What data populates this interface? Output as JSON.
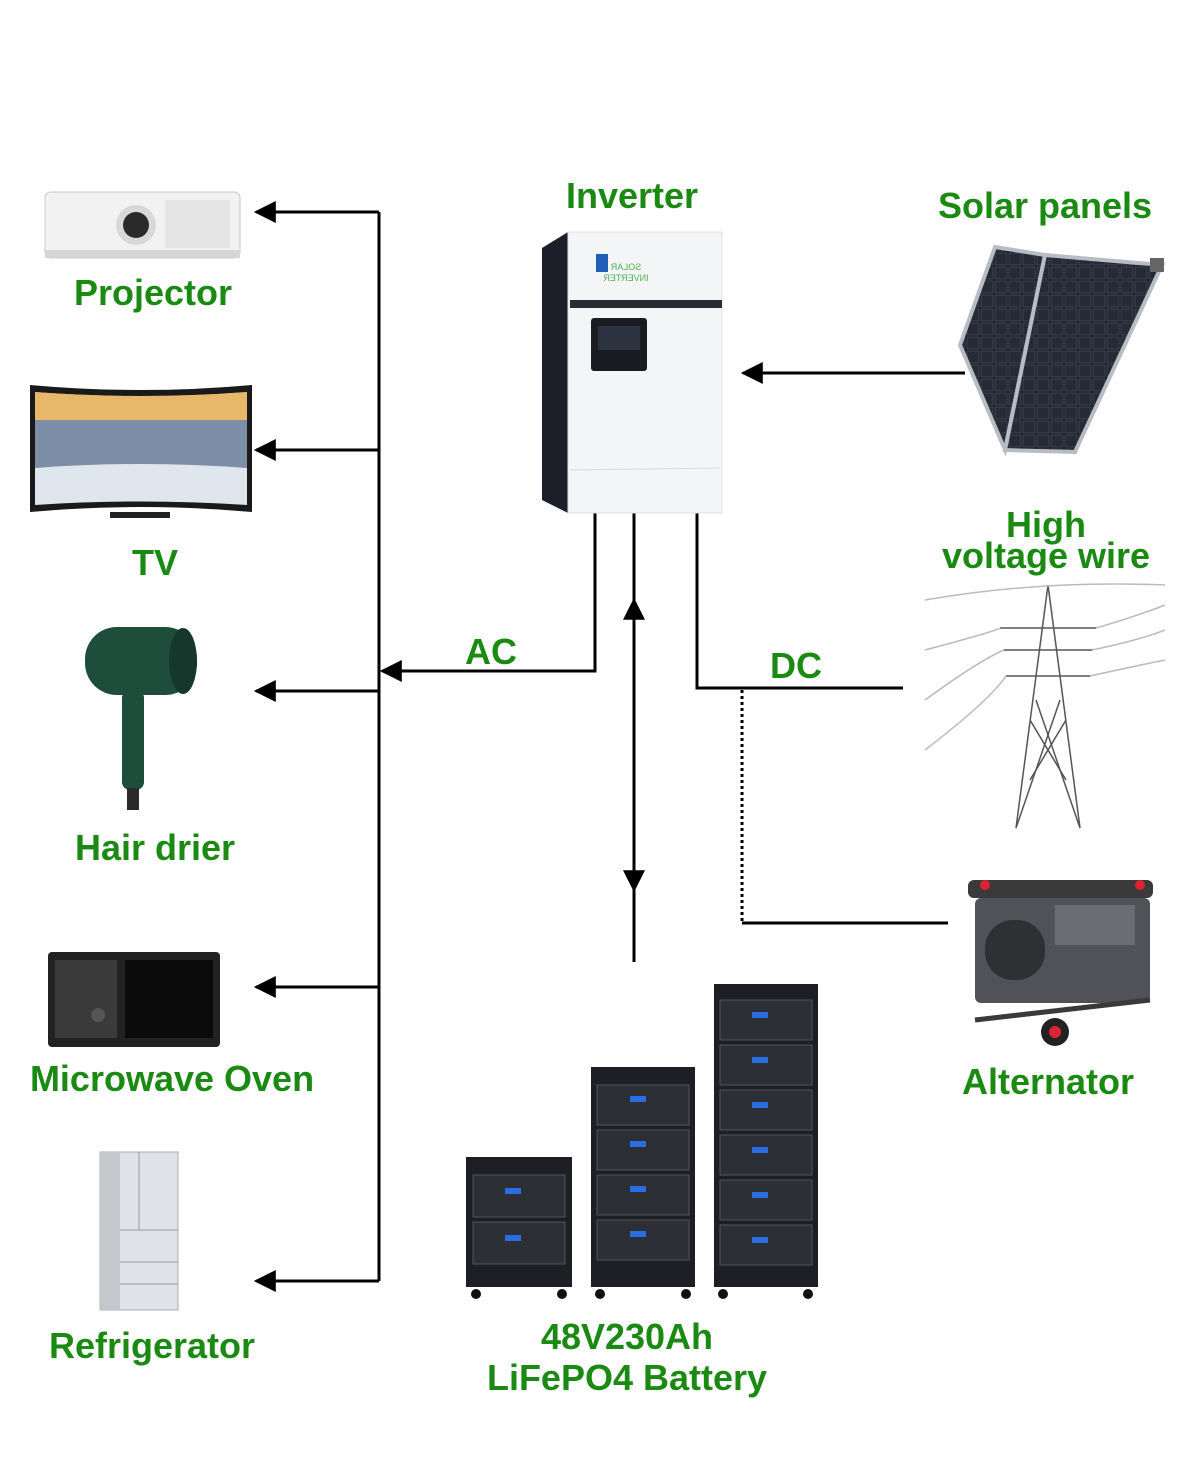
{
  "colors": {
    "label": "#1a8a12",
    "line": "#000000",
    "inverter_logo": "#1f5fb8"
  },
  "center": {
    "inverter_label": "Inverter",
    "inverter_logo_text": [
      "SOLAR",
      "INVERTER"
    ]
  },
  "sources": {
    "solar_label": "Solar panels",
    "grid_label_line1": "High",
    "grid_label_line2": "voltage wire",
    "alternator_label": "Alternator"
  },
  "connections": {
    "ac_label": "AC",
    "dc_label": "DC"
  },
  "loads": [
    {
      "label": "Projector",
      "icon": "projector-icon"
    },
    {
      "label": "TV",
      "icon": "tv-icon"
    },
    {
      "label": "Hair drier",
      "icon": "hair-drier-icon"
    },
    {
      "label": "Microwave Oven",
      "icon": "microwave-icon"
    },
    {
      "label": "Refrigerator",
      "icon": "refrigerator-icon"
    }
  ],
  "battery": {
    "label_line1": "48V230Ah",
    "label_line2": "LiFePO4 Battery"
  }
}
